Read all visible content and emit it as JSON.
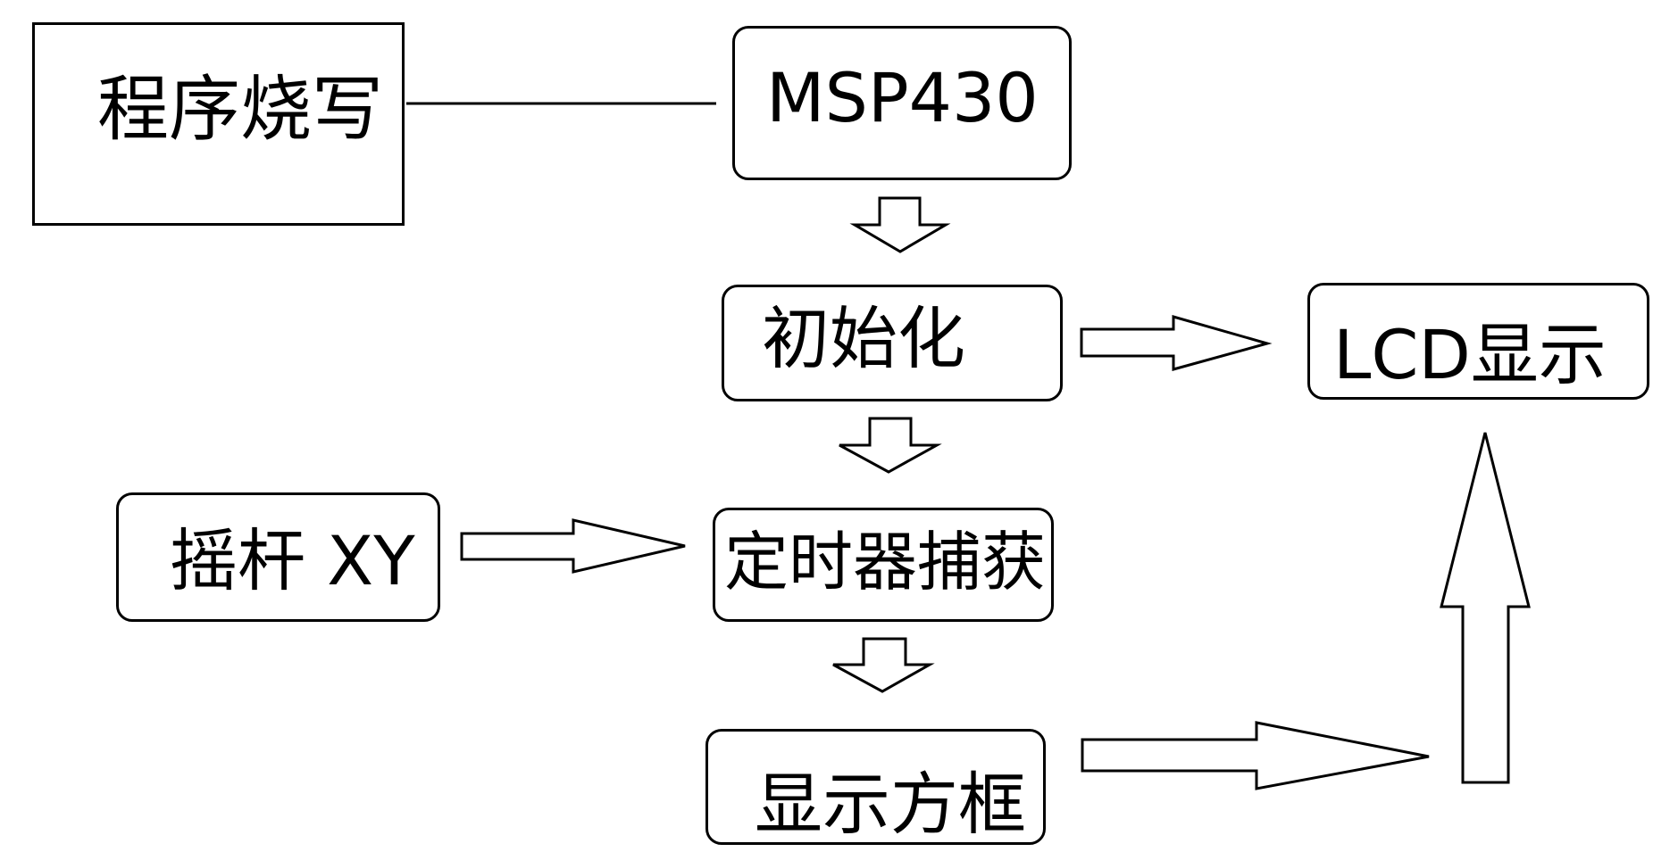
{
  "diagram": {
    "nodes": {
      "program_write": {
        "label": "程序烧写"
      },
      "msp430": {
        "label": "MSP430"
      },
      "init": {
        "label": "初始化"
      },
      "lcd_display": {
        "label": "LCD显示"
      },
      "joystick_xy": {
        "label": "摇杆 XY"
      },
      "timer_capture": {
        "label": "定时器捕获"
      },
      "display_box": {
        "label": "显示方框"
      }
    },
    "edges": [
      {
        "from": "程序烧写",
        "to": "MSP430",
        "style": "line"
      },
      {
        "from": "MSP430",
        "to": "初始化",
        "style": "hollow-arrow"
      },
      {
        "from": "初始化",
        "to": "LCD显示",
        "style": "hollow-arrow"
      },
      {
        "from": "初始化",
        "to": "定时器捕获",
        "style": "hollow-arrow"
      },
      {
        "from": "摇杆 XY",
        "to": "定时器捕获",
        "style": "hollow-arrow"
      },
      {
        "from": "定时器捕获",
        "to": "显示方框",
        "style": "hollow-arrow"
      },
      {
        "from": "显示方框",
        "to": "LCD显示",
        "style": "hollow-arrow"
      }
    ],
    "colors": {
      "stroke": "#000000",
      "fill": "#ffffff",
      "text": "#000000"
    }
  }
}
